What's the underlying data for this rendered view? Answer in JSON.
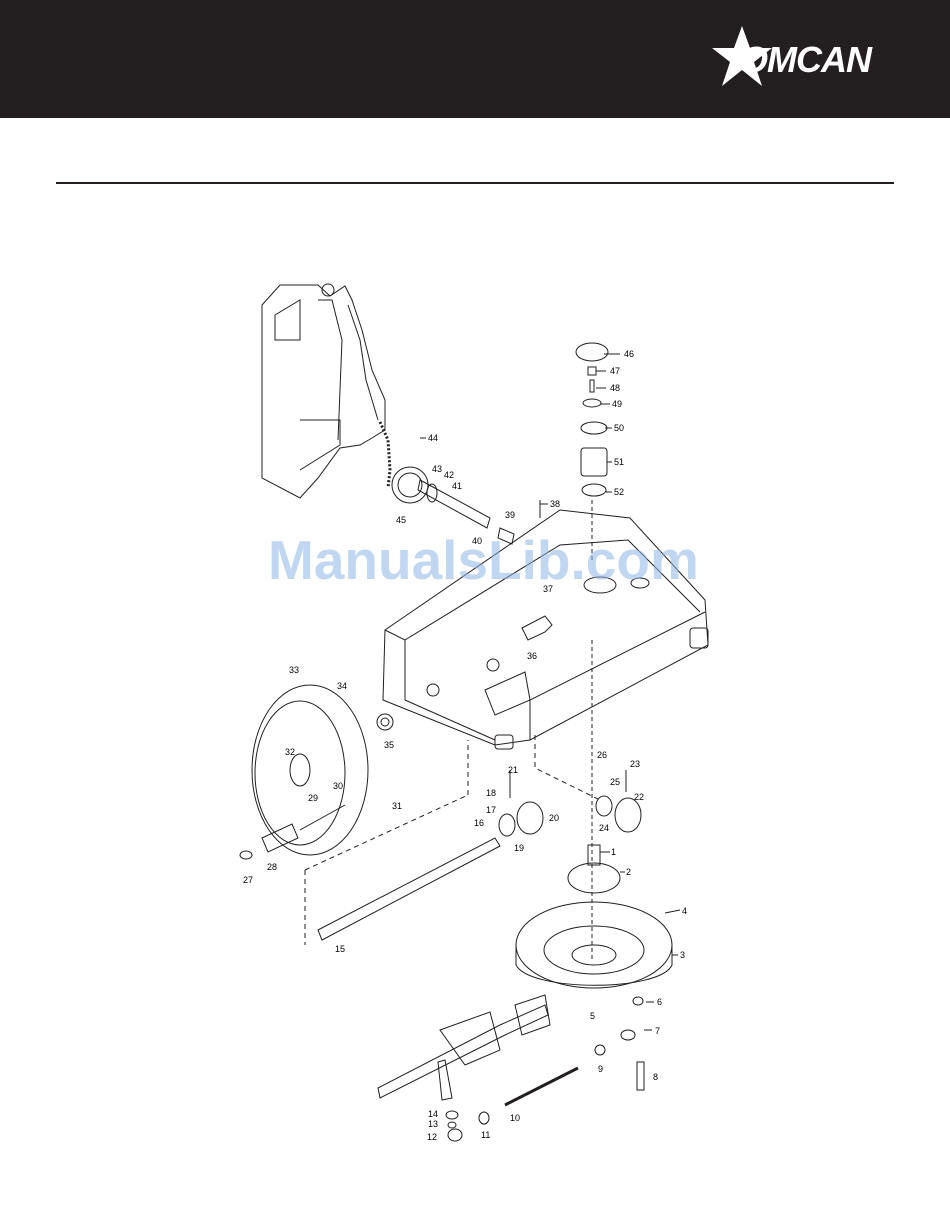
{
  "header": {
    "brand": "OMCAN"
  },
  "watermark": "ManualsLib.com",
  "parts": {
    "p1": "1",
    "p2": "2",
    "p3": "3",
    "p4": "4",
    "p5": "5",
    "p6": "6",
    "p7": "7",
    "p8": "8",
    "p9": "9",
    "p10": "10",
    "p11": "11",
    "p12": "12",
    "p13": "13",
    "p14": "14",
    "p15": "15",
    "p16": "16",
    "p17": "17",
    "p18": "18",
    "p19": "19",
    "p20": "20",
    "p21": "21",
    "p22": "22",
    "p23": "23",
    "p24": "24",
    "p25": "25",
    "p26": "26",
    "p27": "27",
    "p28": "28",
    "p29": "29",
    "p30": "30",
    "p31": "31",
    "p32": "32",
    "p33": "33",
    "p34": "34",
    "p35": "35",
    "p36": "36",
    "p37": "37",
    "p38": "38",
    "p39": "39",
    "p40": "40",
    "p41": "41",
    "p42": "42",
    "p43": "43",
    "p44": "44",
    "p45": "45",
    "p46": "46",
    "p47": "47",
    "p48": "48",
    "p49": "49",
    "p50": "50",
    "p51": "51",
    "p52": "52"
  },
  "colors": {
    "header_bg": "#231f20",
    "line": "#231f20",
    "watermark": "#8fb6e6"
  }
}
